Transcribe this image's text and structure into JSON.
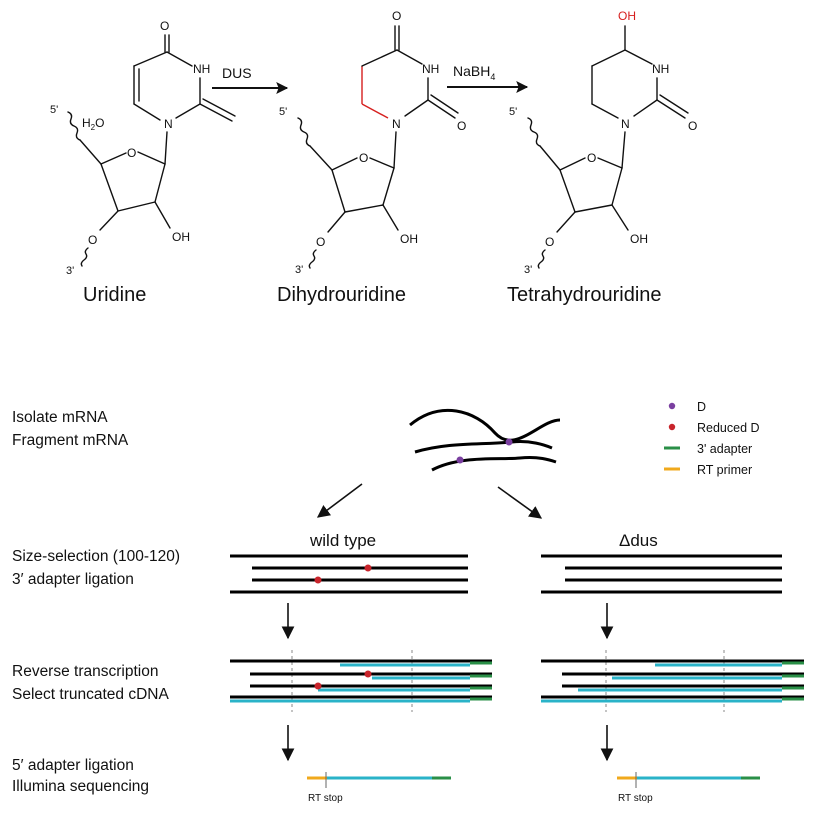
{
  "top": {
    "compounds": [
      {
        "name": "Uridine"
      },
      {
        "name": "Dihydrouridine"
      },
      {
        "name": "Tetrahydrouridine"
      }
    ],
    "reagents": {
      "first": "DUS",
      "second_base": "NaBH",
      "second_sub": "4"
    },
    "atoms": {
      "o": "O",
      "nh": "NH",
      "n": "N",
      "oh": "OH",
      "h2o_base": "H",
      "h2o_sub": "2",
      "h2o_end": "O",
      "five_prime": "5'",
      "three_prime": "3'"
    }
  },
  "workflow": {
    "steps": [
      {
        "line1": "Isolate mRNA",
        "line2": "Fragment mRNA"
      },
      {
        "line1": "Size-selection (100-120)",
        "line2": "3′ adapter ligation"
      },
      {
        "line1": "Reverse transcription",
        "line2": "Select truncated cDNA"
      },
      {
        "line1": "5′ adapter ligation",
        "line2": "Illumina sequencing"
      }
    ],
    "conditions": {
      "left": "wild type",
      "right": "Δdus"
    },
    "legend": [
      {
        "label": "D",
        "color": "#7a3fa0",
        "kind": "dot"
      },
      {
        "label": "Reduced D",
        "color": "#c8242b",
        "kind": "dot"
      },
      {
        "label": "3' adapter",
        "color": "#2a8f47",
        "kind": "line"
      },
      {
        "label": "RT primer",
        "color": "#f0a91c",
        "kind": "line"
      }
    ],
    "rt_stop": "RT stop"
  }
}
